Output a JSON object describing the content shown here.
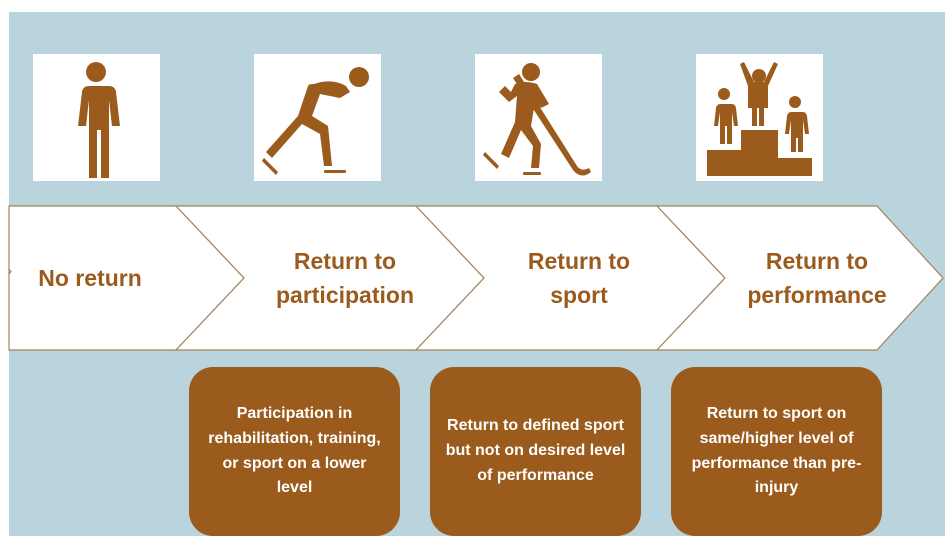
{
  "colors": {
    "panel_background": "#b9d4dc",
    "accent_brown": "#9a5b1c",
    "chevron_fill": "#ffffff",
    "chevron_stroke": "#a0855a",
    "description_text": "#ffffff"
  },
  "icons": [
    "standing-person-icon",
    "speed-skater-icon",
    "hockey-player-icon",
    "podium-winners-icon"
  ],
  "stages": [
    {
      "label": "No return"
    },
    {
      "label": "Return to participation"
    },
    {
      "label": "Return to sport"
    },
    {
      "label": "Return to performance"
    }
  ],
  "descriptions": [
    "Participation in rehabilitation, training, or sport on a lower level",
    "Return to defined sport but not on desired level of performance",
    "Return to sport on same/higher level of performance than pre-injury"
  ],
  "start_marker": "›"
}
